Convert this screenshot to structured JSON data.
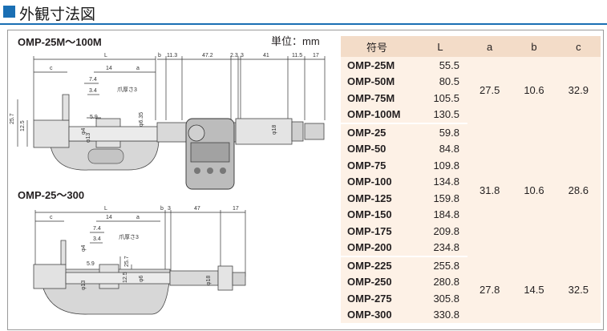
{
  "title": "外観寸法図",
  "unit_label": "単位：mm",
  "drawing_top": {
    "title": "OMP-25M～100M",
    "dims": [
      "L",
      "b",
      "11.3",
      "47.2",
      "2.3",
      "3",
      "41",
      "11.5",
      "17",
      "c",
      "14",
      "a",
      "7.4",
      "3.4",
      "爪厚さ3",
      "25.7",
      "12.5",
      "5.9",
      "φ4",
      "φ13",
      "φ6.35",
      "φ18"
    ]
  },
  "drawing_bottom": {
    "title": "OMP-25～300",
    "dims": [
      "c",
      "L",
      "b",
      "3",
      "47",
      "17",
      "14",
      "a",
      "7.4",
      "3.4",
      "爪厚さ3",
      "φ4",
      "5.9",
      "25.7",
      "12.5",
      "φ13",
      "φ6",
      "φ18"
    ]
  },
  "table": {
    "headers": [
      "符号",
      "L",
      "a",
      "b",
      "c"
    ],
    "groups": [
      {
        "a": "27.5",
        "b": "10.6",
        "c": "32.9",
        "rows": [
          {
            "model": "OMP-25M",
            "L": "55.5"
          },
          {
            "model": "OMP-50M",
            "L": "80.5"
          },
          {
            "model": "OMP-75M",
            "L": "105.5"
          },
          {
            "model": "OMP-100M",
            "L": "130.5"
          }
        ]
      },
      {
        "a": "31.8",
        "b": "10.6",
        "c": "28.6",
        "rows": [
          {
            "model": "OMP-25",
            "L": "59.8"
          },
          {
            "model": "OMP-50",
            "L": "84.8"
          },
          {
            "model": "OMP-75",
            "L": "109.8"
          },
          {
            "model": "OMP-100",
            "L": "134.8"
          },
          {
            "model": "OMP-125",
            "L": "159.8"
          },
          {
            "model": "OMP-150",
            "L": "184.8"
          },
          {
            "model": "OMP-175",
            "L": "209.8"
          },
          {
            "model": "OMP-200",
            "L": "234.8"
          }
        ]
      },
      {
        "a": "27.8",
        "b": "14.5",
        "c": "32.5",
        "rows": [
          {
            "model": "OMP-225",
            "L": "255.8"
          },
          {
            "model": "OMP-250",
            "L": "280.8"
          },
          {
            "model": "OMP-275",
            "L": "305.8"
          },
          {
            "model": "OMP-300",
            "L": "330.8"
          }
        ]
      }
    ]
  },
  "colors": {
    "accent": "#1a6fb4",
    "header_bg": "#f3dcc8",
    "cell_bg": "#fdf1e6"
  }
}
